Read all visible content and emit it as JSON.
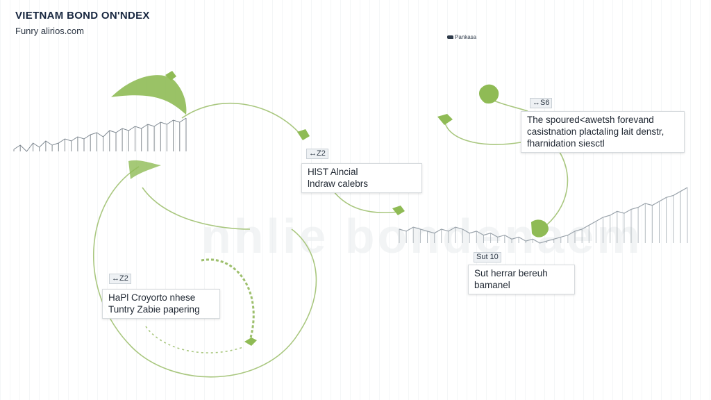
{
  "header": {
    "title": "VIETNAM BOND ON'NDEX",
    "subtitle": "Funry alirios.com"
  },
  "top_badge": "Pankasa",
  "watermark": "nhlie bondenaem",
  "colors": {
    "accent_green": "#8fbb55",
    "line_gray": "#9aa3ab",
    "dark_tick": "#5a636c"
  },
  "callouts": [
    {
      "tag": "↔Z2",
      "lines": [
        "HlST Alncial",
        "lndraw calebrs"
      ]
    },
    {
      "tag": "↔S6",
      "lines": [
        "The spoured<awetsh forevand",
        "casistnation plactaling lait denstr,",
        "fharnidation siesctl"
      ]
    },
    {
      "tag": "↔Z2",
      "lines": [
        "HaPl Croyorto nhese",
        "Tuntry Zabie papering"
      ]
    },
    {
      "tag": "Sut 10",
      "lines": [
        "Sut herrar bereuh",
        "bamanel"
      ]
    }
  ],
  "chart_data": {
    "type": "line",
    "title": "VIETNAM BOND ON'NDEX",
    "xlabel": "",
    "ylabel": "",
    "grid": false,
    "series": [
      {
        "values": [
          4,
          6,
          3,
          7,
          5,
          8,
          6,
          7,
          9,
          8,
          10,
          9,
          11,
          12,
          10,
          13,
          12,
          14,
          13,
          15,
          14,
          16,
          15,
          17,
          16,
          18,
          17,
          19
        ]
      },
      {
        "values": [
          14,
          13,
          15,
          14,
          13,
          12,
          14,
          13,
          15,
          14,
          12,
          13,
          11,
          12,
          10,
          11,
          9,
          10,
          8,
          9,
          7,
          8,
          9,
          10,
          11,
          13,
          14,
          16,
          18,
          20,
          21,
          23,
          22,
          24,
          25,
          27,
          26,
          28,
          30,
          31,
          33,
          35
        ]
      }
    ]
  }
}
